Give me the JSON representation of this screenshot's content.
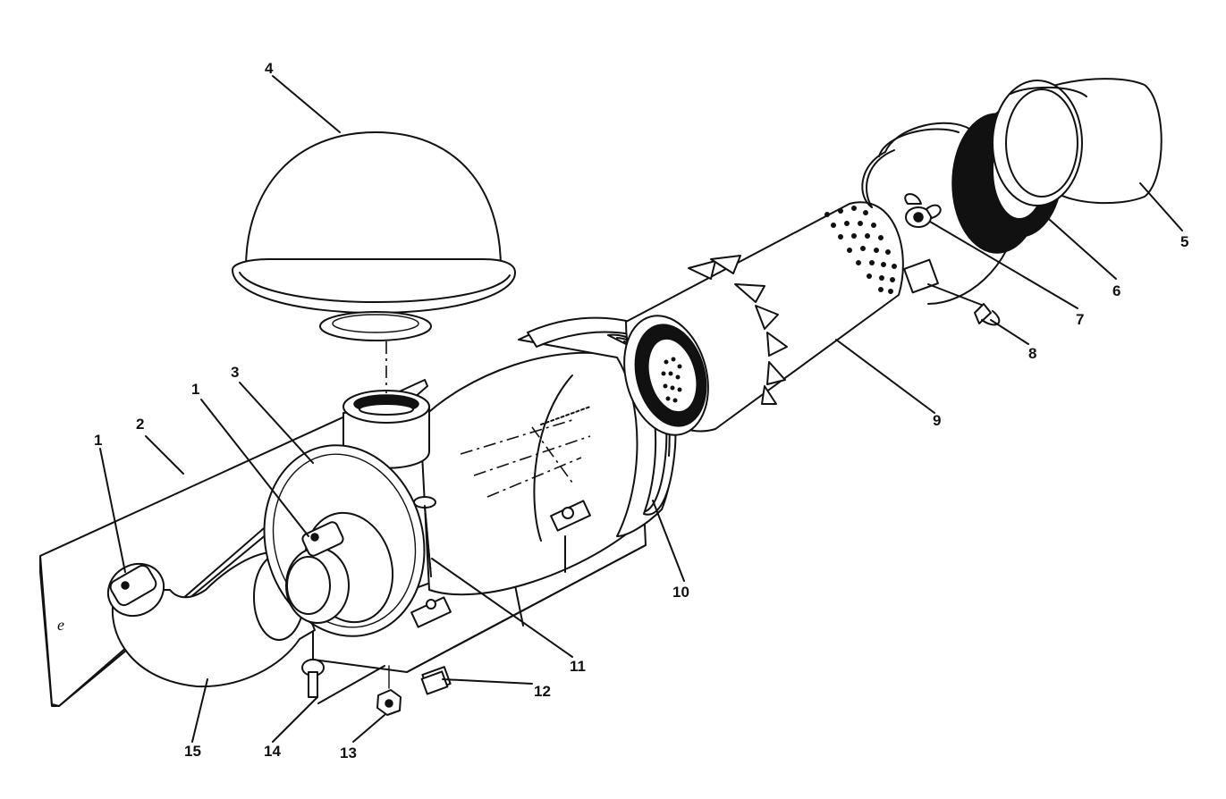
{
  "diagram": {
    "callouts": [
      {
        "id": "c1a",
        "text": "1"
      },
      {
        "id": "c2",
        "text": "2"
      },
      {
        "id": "c1b",
        "text": "1"
      },
      {
        "id": "c3",
        "text": "3"
      },
      {
        "id": "c4",
        "text": "4"
      },
      {
        "id": "c5",
        "text": "5"
      },
      {
        "id": "c6",
        "text": "6"
      },
      {
        "id": "c7",
        "text": "7"
      },
      {
        "id": "c8",
        "text": "8"
      },
      {
        "id": "c9",
        "text": "9"
      },
      {
        "id": "c10",
        "text": "10"
      },
      {
        "id": "c11",
        "text": "11"
      },
      {
        "id": "c12",
        "text": "12"
      },
      {
        "id": "c13",
        "text": "13"
      },
      {
        "id": "c14",
        "text": "14"
      },
      {
        "id": "c15",
        "text": "15"
      }
    ]
  }
}
